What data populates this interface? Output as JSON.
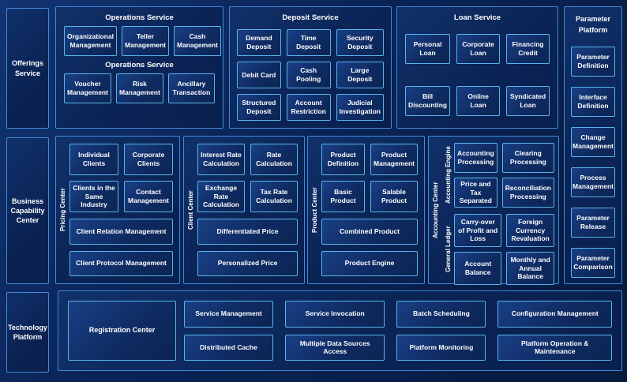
{
  "left_rail": {
    "offerings": "Offerings Service",
    "business": "Business Capability Center",
    "technology": "Technology Platform"
  },
  "top_row": {
    "operations": {
      "title": "Operations Service",
      "subtitle": "Operations Service",
      "row1": [
        "Organizational Management",
        "Teller Management",
        "Cash Management"
      ],
      "row2": [
        "Voucher Management",
        "Risk Management",
        "Ancillary Transaction"
      ]
    },
    "deposit": {
      "title": "Deposit Service",
      "items": [
        "Demand Deposit",
        "Time Deposit",
        "Security Deposit",
        "Debit Card",
        "Cash Pooling",
        "Large Deposit",
        "Structured Deposit",
        "Account Restriction",
        "Judicial Investigation"
      ]
    },
    "loan": {
      "title": "Loan Service",
      "items": [
        "Personal Loan",
        "Corporate Loan",
        "Financing Credit",
        "Bill Discounting",
        "Online Loan",
        "Syndicated Loan"
      ]
    }
  },
  "parameter_platform": {
    "title_line1": "Parameter",
    "title_line2": "Platform",
    "items": [
      "Parameter Definition",
      "Interface Definition",
      "Change Management",
      "Process Management",
      "Parameter Release",
      "Parameter Comparison"
    ]
  },
  "middle_row": {
    "pricing_center": {
      "label": "Pricing Center",
      "grid": [
        "Individual Clients",
        "Corporate Clients",
        "Clients in the Same Industry",
        "Contact Management"
      ],
      "wide": [
        "Client Relation Management",
        "Client Protocol Management"
      ]
    },
    "client_center": {
      "label": "Client Center",
      "grid": [
        "Interest Rate Calculation",
        "Rate Calculation",
        "Exchange Rate Calculation",
        "Tax Rate Calculation"
      ],
      "wide": [
        "Differentiated Price",
        "Personalized Price"
      ]
    },
    "product_center": {
      "label": "Product Center",
      "grid": [
        "Product Definition",
        "Product Management",
        "Basic Product",
        "Salable Product"
      ],
      "wide": [
        "Combined Product",
        "Product Engine"
      ]
    },
    "accounting_center": {
      "label": "Accounting Center",
      "engine": {
        "label": "Accounting Engine",
        "items": [
          "Accounting Processing",
          "Clearing Processing",
          "Price and Tax Separated",
          "Reconciliation Processing"
        ]
      },
      "ledger": {
        "label": "General Ledger",
        "items": [
          "Carry-over of Profit and Loss",
          "Foreign Currency Revaluation",
          "Account Balance",
          "Monthly and Annual Balance"
        ]
      }
    }
  },
  "bottom_row": {
    "registration": "Registration Center",
    "row1": [
      "Service Management",
      "Service Invocation",
      "Batch Scheduling",
      "Configuration Management"
    ],
    "row2": [
      "Distributed Cache",
      "Multiple Data Sources Access",
      "Platform Monitoring",
      "Platform Operation & Maintenance"
    ]
  },
  "colors": {
    "page_bg": "#0b2457",
    "section_border": "#3f8ad8",
    "item_border": "#59b5ec",
    "item_fill": "#0e2a60",
    "text": "#ffffff"
  }
}
